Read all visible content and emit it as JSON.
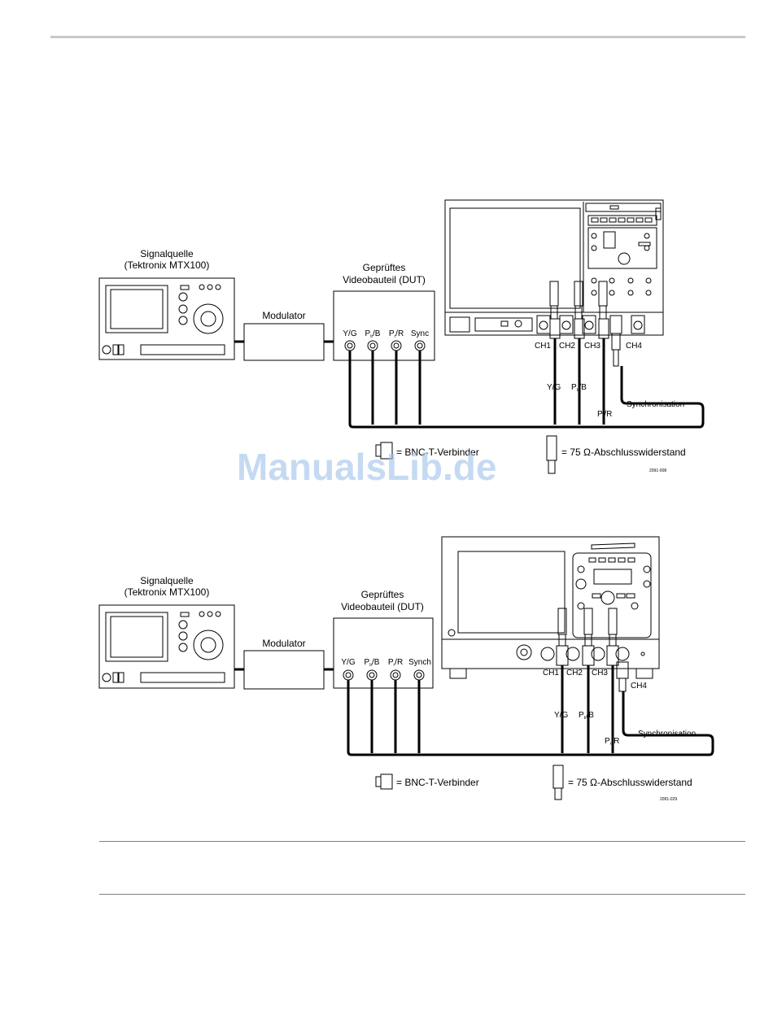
{
  "diagrams": [
    {
      "source_label": "Signalquelle",
      "source_model": "(Tektronix MTX100)",
      "modulator": "Modulator",
      "dut_line1": "Geprüftes",
      "dut_line2": "Videobauteil (DUT)",
      "ports": [
        "Y/G",
        "P",
        "b",
        "/B",
        "P",
        "r",
        "/R",
        "Sync"
      ],
      "channels": [
        "CH1",
        "CH2",
        "CH3",
        "CH4"
      ],
      "cable_yg": "Y/G",
      "cable_pb": [
        "P",
        "b",
        "/B"
      ],
      "cable_pr": [
        "P",
        "r",
        "/R"
      ],
      "sync_label": "Synchronisation",
      "legend_tee": "= BNC-T-Verbinder",
      "legend_term": "= 75 Ω-Abschlusswiderstand",
      "fig_id": "2091-008"
    },
    {
      "source_label": "Signalquelle",
      "source_model": "(Tektronix MTX100)",
      "modulator": "Modulator",
      "dut_line1": "Geprüftes",
      "dut_line2": "Videobauteil (DUT)",
      "ports": [
        "Y/G",
        "P",
        "b",
        "/B",
        "P",
        "r",
        "/R",
        "Synch"
      ],
      "channels": [
        "CH1",
        "CH2",
        "CH3",
        "CH4"
      ],
      "cable_yg": "Y/G",
      "cable_pb": [
        "P",
        "b",
        "/B"
      ],
      "cable_pr": [
        "P",
        "r",
        "/R"
      ],
      "sync_label": "Synchronisation",
      "legend_tee": "= BNC-T-Verbinder",
      "legend_term": "= 75 Ω-Abschlusswiderstand",
      "fig_id": "2091-029"
    }
  ],
  "watermark": "ManualsLib.de",
  "colors": {
    "rule": "#c8c8c8",
    "line": "#000000",
    "watermark": "#9fc3ea"
  }
}
